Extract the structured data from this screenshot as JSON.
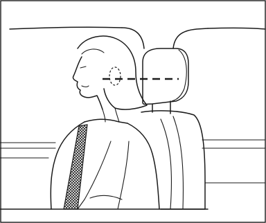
{
  "figure": {
    "type": "line-illustration",
    "subject": "seated-occupant-headrest-position",
    "colors": {
      "line": "#1a1a1a",
      "background": "#ffffff",
      "hatch": "#1a1a1a"
    },
    "icons": [
      "ear-marker-icon",
      "headrest-level-line"
    ]
  }
}
